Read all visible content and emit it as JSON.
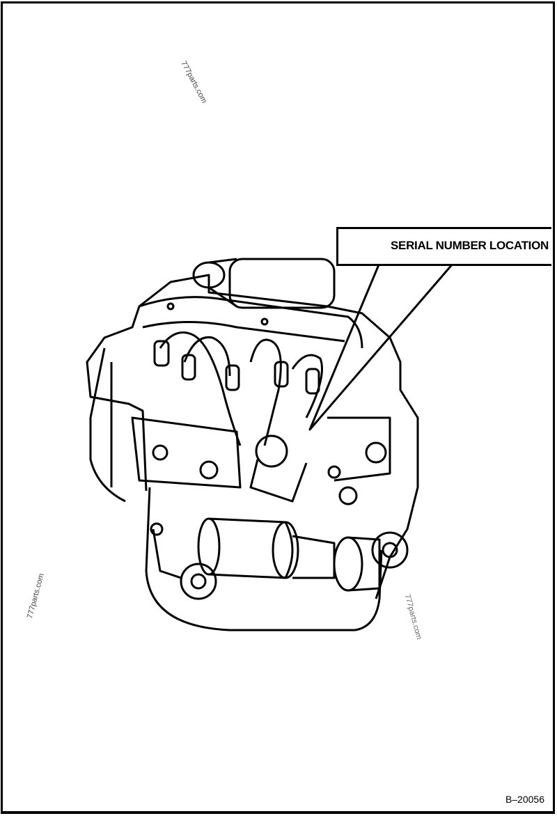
{
  "callout": {
    "label": "SERIAL NUMBER LOCATION"
  },
  "figure_id": "B–20056",
  "watermarks": [
    "777parts.com",
    "777parts.com",
    "777parts.com"
  ],
  "colors": {
    "line": "#000000",
    "background": "#ffffff"
  }
}
